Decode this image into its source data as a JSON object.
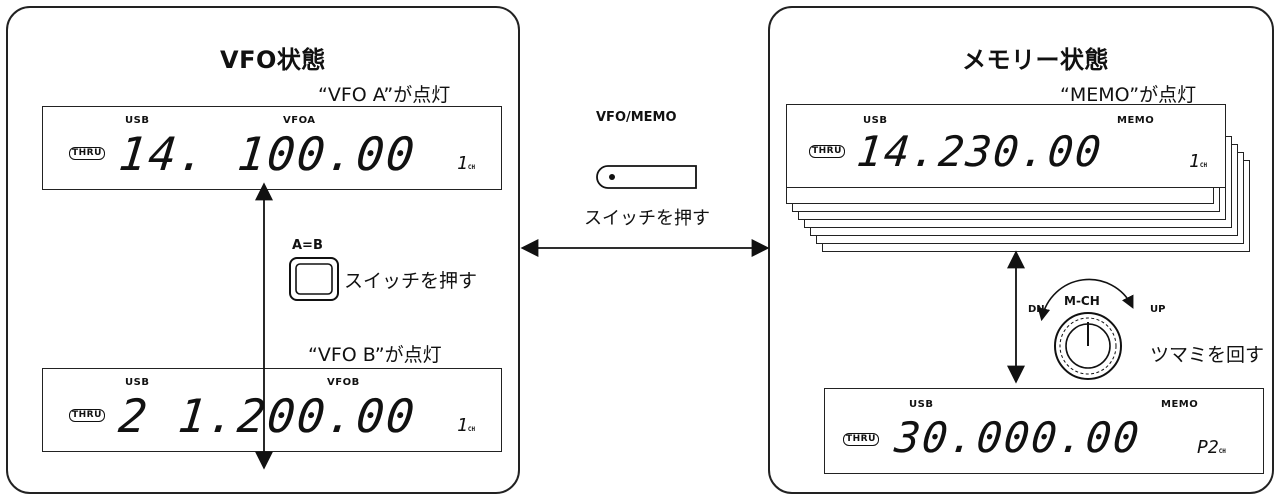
{
  "vfo_panel": {
    "title": "VFO状態",
    "top_note": "“VFO A”が点灯",
    "bottom_note": "“VFO B”が点灯",
    "display_a": {
      "mode": "USB",
      "vfo": "VFOA",
      "thru": "THRU",
      "freq": "14. 100.00",
      "ch": "1",
      "ch_unit": "CH"
    },
    "display_b": {
      "mode": "USB",
      "vfo": "VFOB",
      "thru": "THRU",
      "freq": "2 1.200.00",
      "ch": "1",
      "ch_unit": "CH"
    },
    "ab_switch_label": "A=B",
    "ab_switch_text": "スイッチを押す"
  },
  "center": {
    "vfo_memo_label": "VFO/MEMO",
    "switch_text": "スイッチを押す"
  },
  "memo_panel": {
    "title": "メモリー状態",
    "top_note": "“MEMO”が点灯",
    "display_top": {
      "mode": "USB",
      "vfo": "MEMO",
      "thru": "THRU",
      "freq": "14.230.00",
      "ch": "1",
      "ch_unit": "CH"
    },
    "display_bottom": {
      "mode": "USB",
      "vfo": "MEMO",
      "thru": "THRU",
      "freq": "30.000.00",
      "ch": "P2",
      "ch_unit": "CH"
    },
    "knob_label": "M-CH",
    "knob_dn": "DN",
    "knob_up": "UP",
    "knob_text": "ツマミを回す"
  }
}
